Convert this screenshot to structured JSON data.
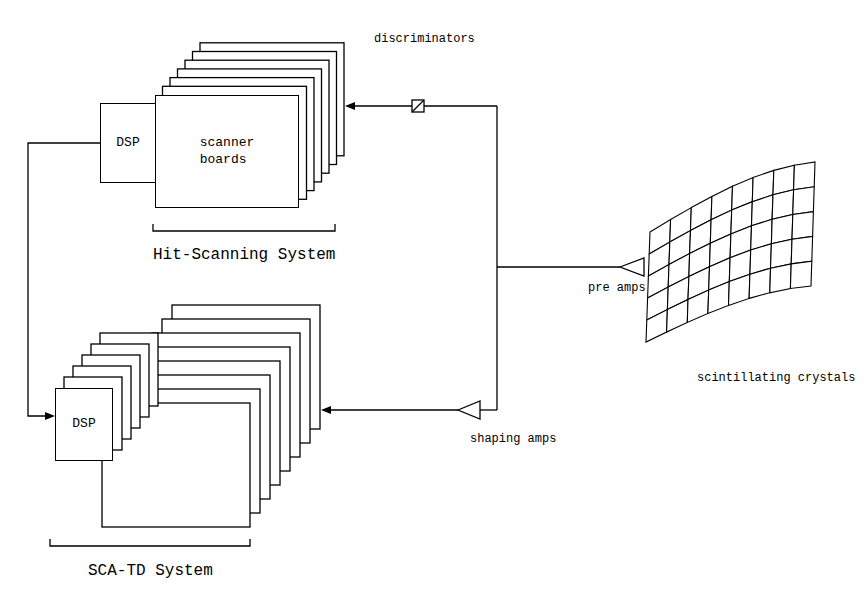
{
  "diagram": {
    "nodes": [
      {
        "text": [
          "DSP"
        ]
      },
      {
        "text": [
          "scanner boards"
        ]
      },
      {
        "text": [
          "DSP"
        ]
      }
    ],
    "edges": [
      {
        "from": 0,
        "to": 2,
        "arrow": "to"
      }
    ],
    "labels": [
      "discriminators",
      "Hit-Scanning System",
      "pre amps",
      "scintillating crystals",
      "shaping amps",
      "SCA-TD System"
    ]
  }
}
